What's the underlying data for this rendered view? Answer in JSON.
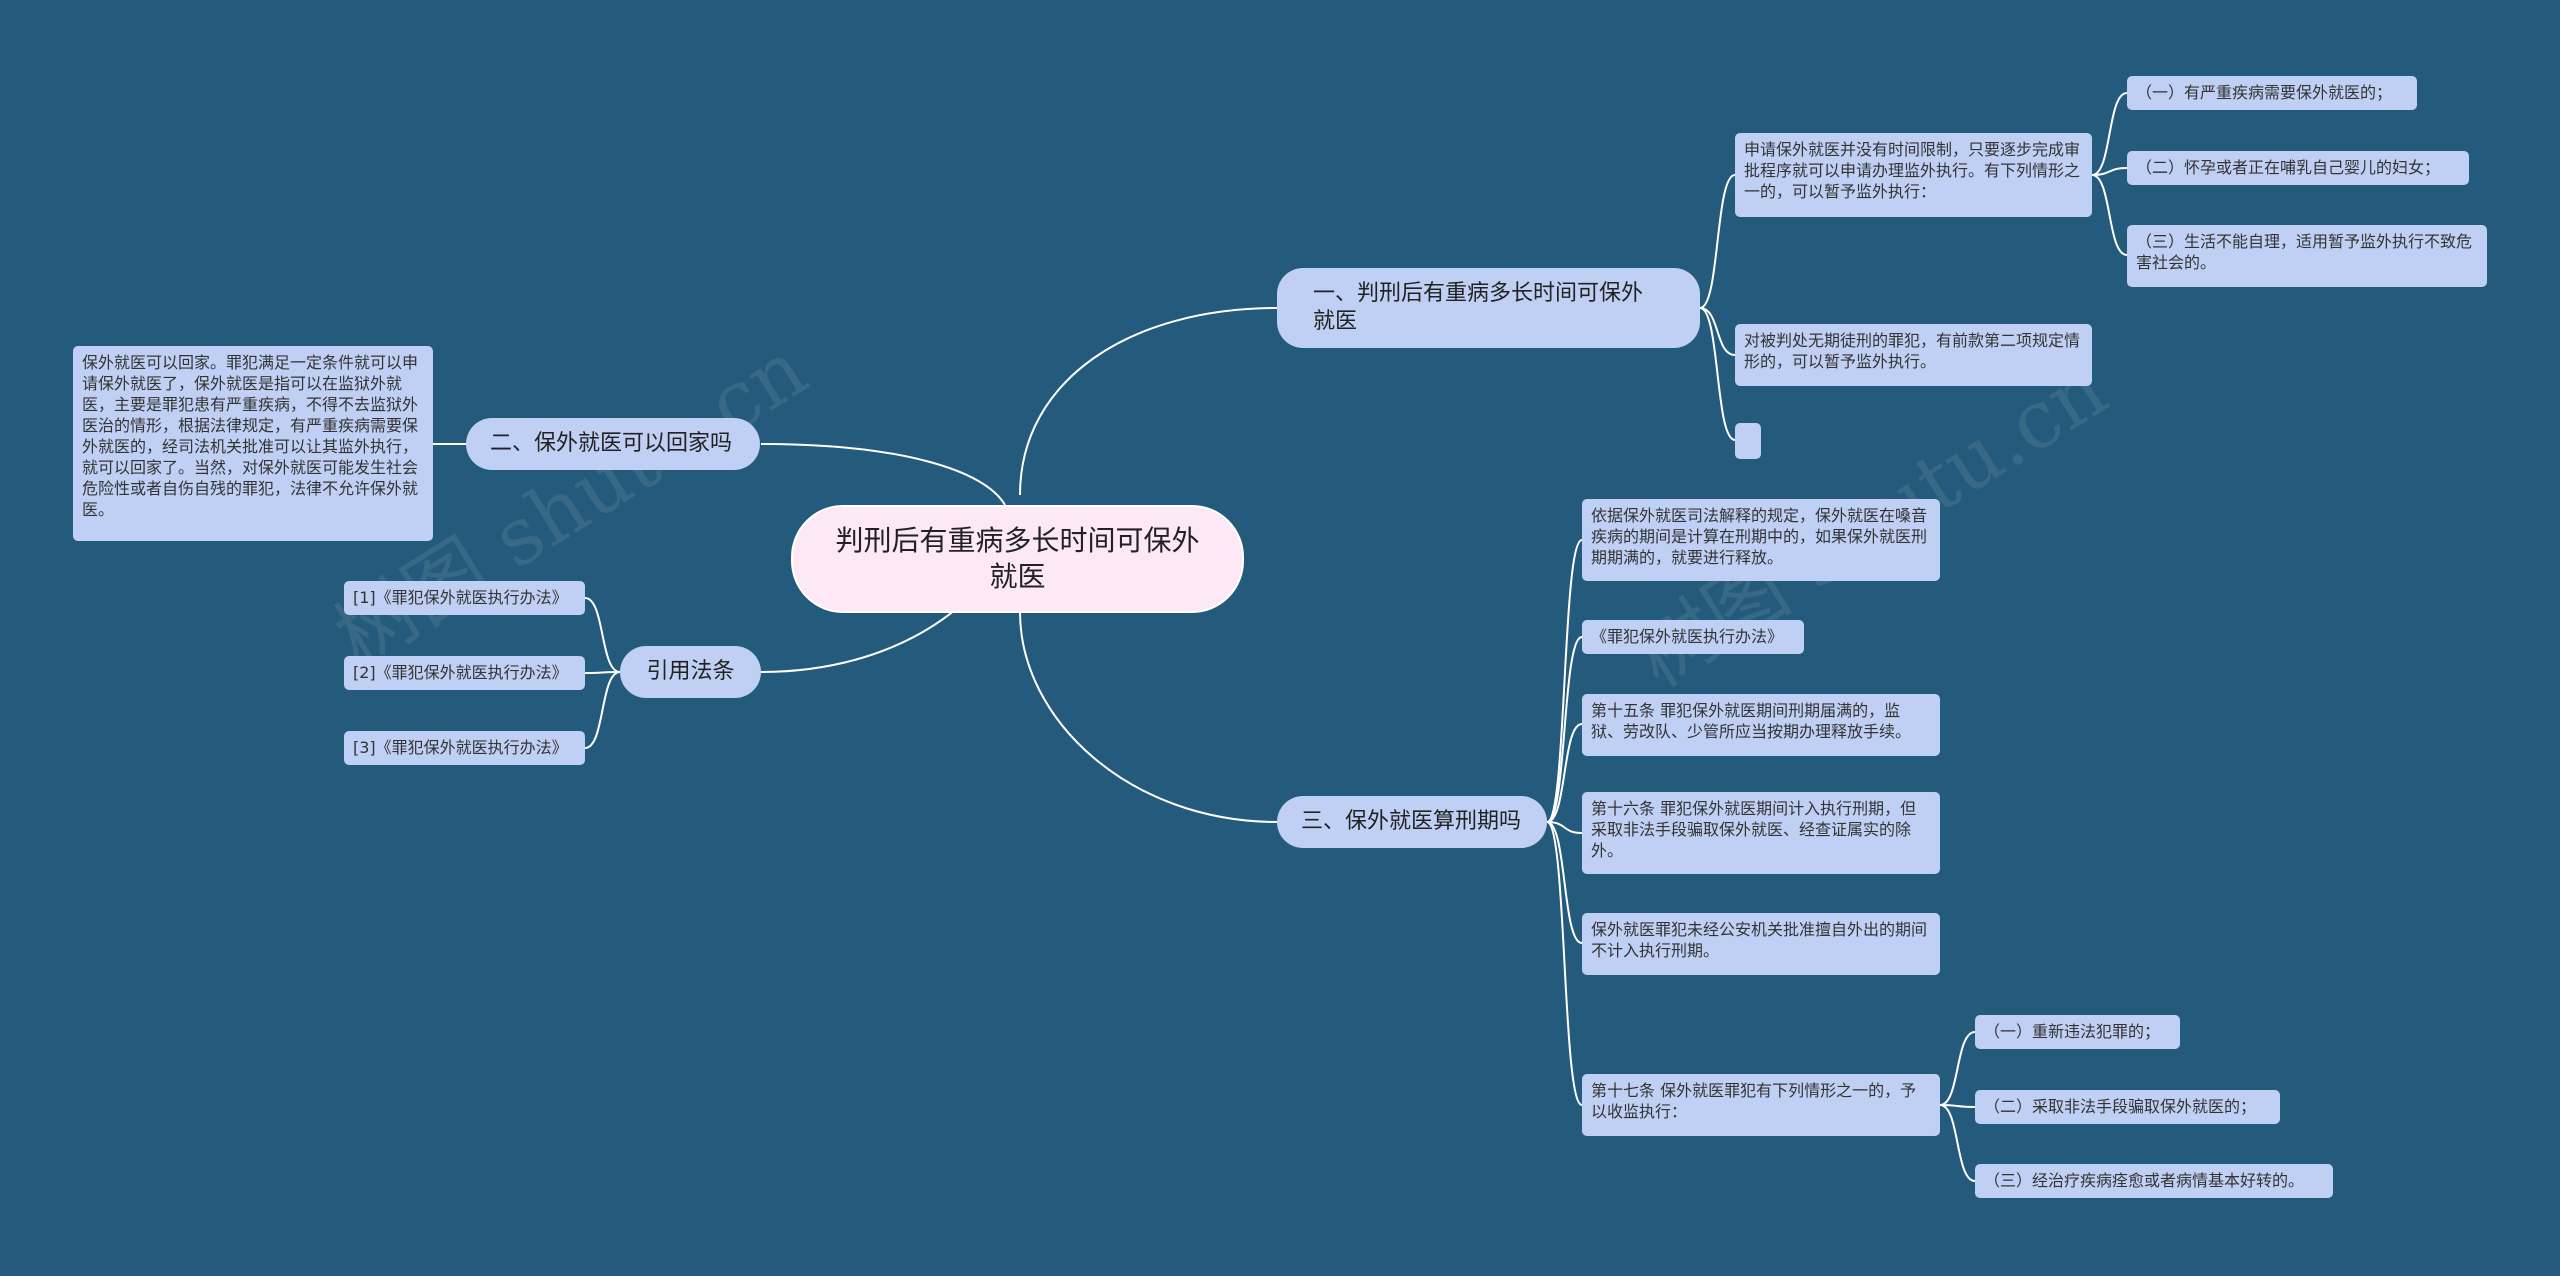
{
  "root": "判刑后有重病多长时间可保外就医",
  "branches": {
    "b1": {
      "label": "一、判刑后有重病多长时间可保外就医",
      "c1": "申请保外就医并没有时间限制，只要逐步完成审批程序就可以申请办理监外执行。有下列情形之一的，可以暂予监外执行：",
      "c1_items": [
        "（一）有严重疾病需要保外就医的；",
        "（二）怀孕或者正在哺乳自己婴儿的妇女；",
        "（三）生活不能自理，适用暂予监外执行不致危害社会的。"
      ],
      "c2": "对被判处无期徒刑的罪犯，有前款第二项规定情形的，可以暂予监外执行。",
      "c3": ""
    },
    "b2": {
      "label": "二、保外就医可以回家吗",
      "c1": "保外就医可以回家。罪犯满足一定条件就可以申请保外就医了，保外就医是指可以在监狱外就医，主要是罪犯患有严重疾病，不得不去监狱外医治的情形，根据法律规定，有严重疾病需要保外就医的，经司法机关批准可以让其监外执行，就可以回家了。当然，对保外就医可能发生社会危险性或者自伤自残的罪犯，法律不允许保外就医。"
    },
    "b3": {
      "label": "引用法条",
      "items": [
        "[1]《罪犯保外就医执行办法》",
        "[2]《罪犯保外就医执行办法》",
        "[3]《罪犯保外就医执行办法》"
      ]
    },
    "b4": {
      "label": "三、保外就医算刑期吗",
      "c1": "依据保外就医司法解释的规定，保外就医在嗓音疾病的期间是计算在刑期中的，如果保外就医刑期期满的，就要进行释放。",
      "c2": "《罪犯保外就医执行办法》",
      "c3": "第十五条 罪犯保外就医期间刑期届满的，监狱、劳改队、少管所应当按期办理释放手续。",
      "c4": "第十六条 罪犯保外就医期间计入执行刑期，但采取非法手段骗取保外就医、经查证属实的除外。",
      "c5": "保外就医罪犯未经公安机关批准擅自外出的期间不计入执行刑期。",
      "c6": "第十七条 保外就医罪犯有下列情形之一的，予以收监执行：",
      "c6_items": [
        "（一）重新违法犯罪的；",
        "（二）采取非法手段骗取保外就医的；",
        "（三）经治疗疾病痊愈或者病情基本好转的。"
      ]
    }
  },
  "watermark": "树图 shutu.cn"
}
